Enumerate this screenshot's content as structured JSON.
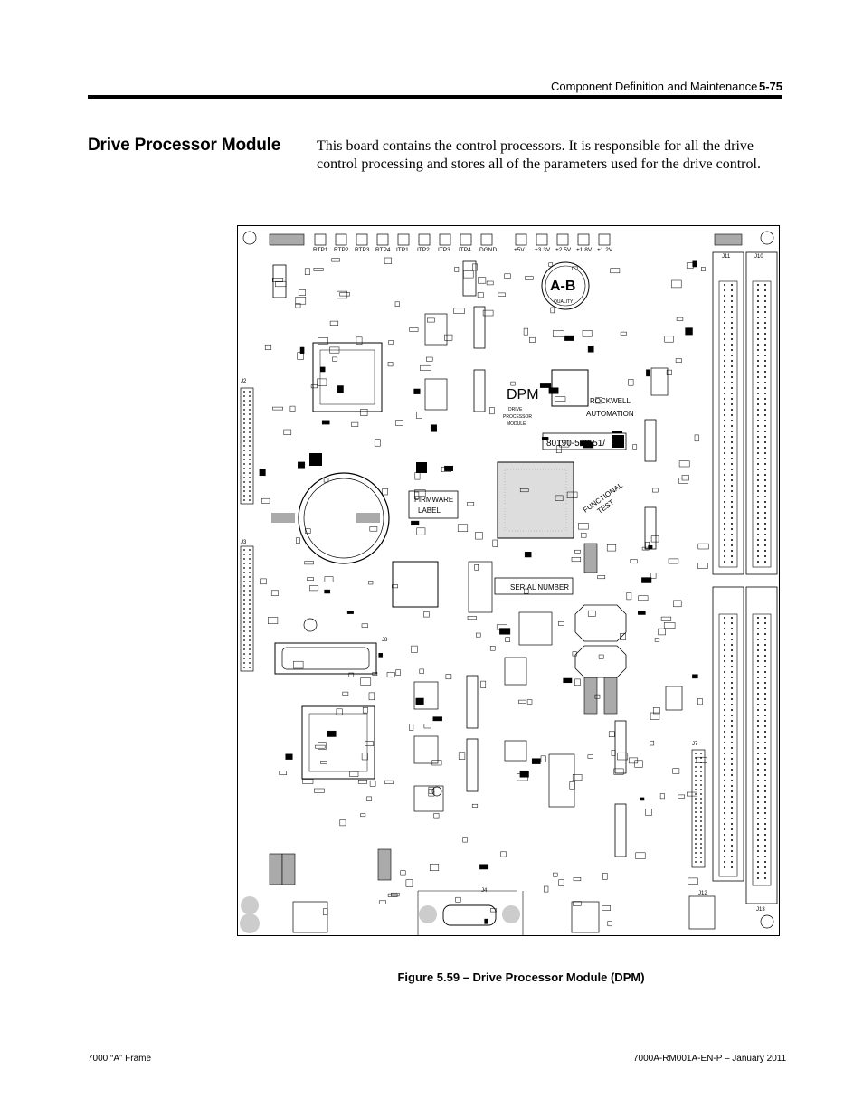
{
  "header": {
    "title": "Component Definition and Maintenance",
    "page": "5-75"
  },
  "section": {
    "heading": "Drive Processor Module",
    "body": "This board contains the control processors.  It is responsible for all the drive control processing and stores all of the parameters used for the drive control."
  },
  "figure": {
    "caption": "Figure 5.59 – Drive Processor Module (DPM)",
    "board_labels": {
      "dpm": "DPM",
      "drive_processor_module": [
        "DRIVE",
        "PROCESSOR",
        "MODULE"
      ],
      "rockwell": "ROCKWELL",
      "automation": "AUTOMATION",
      "part_number": "80190-578-51/",
      "firmware_label": [
        "FIRMWARE",
        "LABEL"
      ],
      "functional_test": [
        "FUNCTIONAL",
        "TEST"
      ],
      "serial_number": "SERIAL NUMBER",
      "ab_logo": "A-B",
      "quality": "QUALITY"
    },
    "test_points_left": [
      "RTP1",
      "RTP2",
      "RTP3",
      "RTP4",
      "ITP1",
      "ITP2",
      "ITP3",
      "ITP4",
      "DGND"
    ],
    "test_points_right": [
      "+5V",
      "+3.3V",
      "+2.5V",
      "+1.8V",
      "+1.2V"
    ],
    "connectors": [
      "J11",
      "J10",
      "J12",
      "J13",
      "J2",
      "J3",
      "J8",
      "J4",
      "J7"
    ]
  },
  "footer": {
    "left": "7000 “A” Frame",
    "right": "7000A-RM001A-EN-P –  January 2011"
  }
}
